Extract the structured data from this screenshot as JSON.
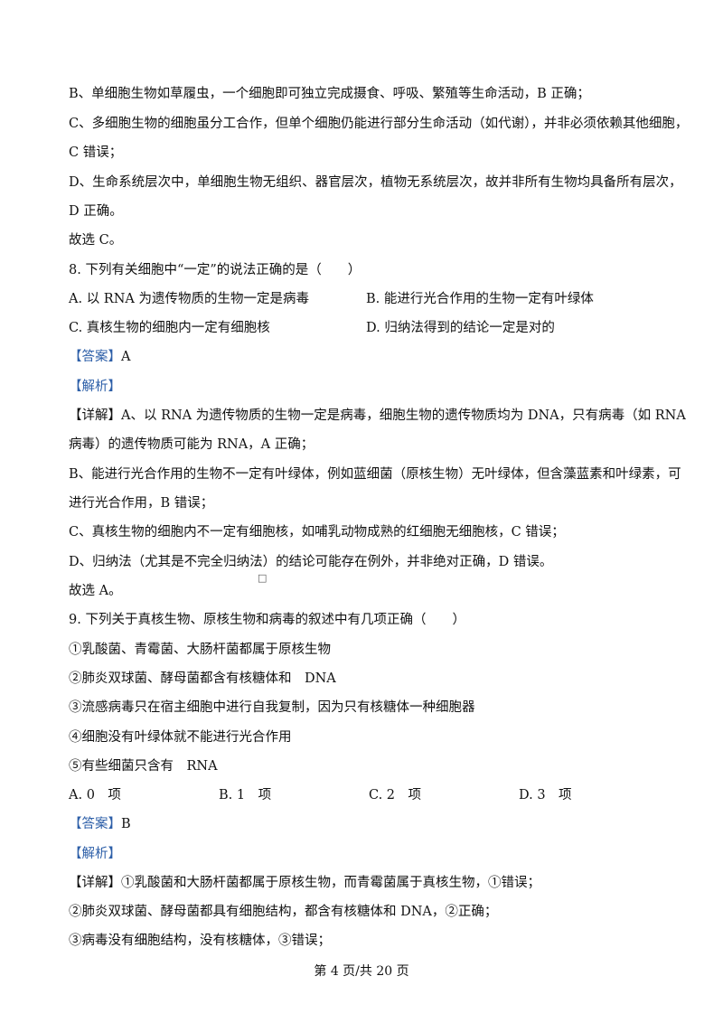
{
  "q7_tail": {
    "line_b": "B、单细胞生物如草履虫，一个细胞即可独立完成摄食、呼吸、繁殖等生命活动，B 正确；",
    "line_c1": "C、多细胞生物的细胞虽分工合作，但单个细胞仍能进行部分生命活动（如代谢），并非必须依赖其他细胞，",
    "line_c2": "C 错误；",
    "line_d1": "D、生命系统层次中，单细胞生物无组织、器官层次，植物无系统层次，故并非所有生物均具备所有层次，",
    "line_d2": "D 正确。",
    "conclusion": "故选 C。"
  },
  "q8": {
    "stem": "8. 下列有关细胞中“一定”的说法正确的是（　　）",
    "options": {
      "A": "A. 以 RNA 为遗传物质的生物一定是病毒",
      "B": "B. 能进行光合作用的生物一定有叶绿体",
      "C": "C. 真核生物的细胞内一定有细胞核",
      "D": "D. 归纳法得到的结论一定是对的"
    },
    "answer_tag": "【答案】",
    "answer": "A",
    "analysis_tag": "【解析】",
    "detail_tag": "【详解】",
    "detail_a1": "A、以 RNA 为遗传物质的生物一定是病毒，细胞生物的遗传物质均为 DNA，只有病毒（如 RNA",
    "detail_a2": "病毒）的遗传物质可能为 RNA，A 正确；",
    "detail_b1": "B、能进行光合作用的生物不一定有叶绿体，例如蓝细菌（原核生物）无叶绿体，但含藻蓝素和叶绿素，可",
    "detail_b2": "进行光合作用，B 错误；",
    "detail_c": "C、真核生物的细胞内不一定有细胞核，如哺乳动物成熟的红细胞无细胞核，C 错误；",
    "detail_d": "D、归纳法（尤其是不完全归纳法）的结论可能存在例外，并非绝对正确，D 错误。",
    "conclusion": "故选 A。"
  },
  "q9": {
    "stem": "9. 下列关于真核生物、原核生物和病毒的叙述中有几项正确（　　）",
    "items": [
      "①乳酸菌、青霉菌、大肠杆菌都属于原核生物",
      "②肺炎双球菌、酵母菌都含有核糖体和　DNA",
      "③流感病毒只在宿主细胞中进行自我复制，因为只有核糖体一种细胞器",
      "④细胞没有叶绿体就不能进行光合作用",
      "⑤有些细菌只含有　RNA"
    ],
    "options": {
      "A": "A. 0　项",
      "B": "B. 1　项",
      "C": "C. 2　项",
      "D": "D. 3　项"
    },
    "answer_tag": "【答案】",
    "answer": "B",
    "analysis_tag": "【解析】",
    "detail_tag": "【详解】",
    "detail_1": "①乳酸菌和大肠杆菌都属于原核生物，而青霉菌属于真核生物，①错误；",
    "detail_2": "②肺炎双球菌、酵母菌都具有细胞结构，都含有核糖体和 DNA，②正确；",
    "detail_3": "③病毒没有细胞结构，没有核糖体，③错误；"
  },
  "footer": {
    "page_label": "第 4 页/共 20 页"
  },
  "marks": {
    "mid_box": "□",
    "footer_box": "▫"
  }
}
